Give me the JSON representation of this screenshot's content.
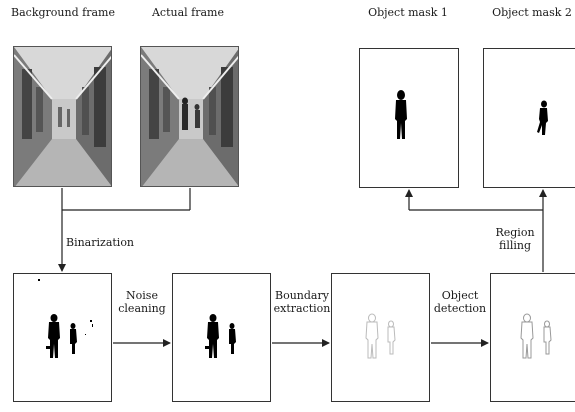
{
  "top_labels": {
    "background_frame": "Background frame",
    "actual_frame": "Actual frame",
    "object_mask_1": "Object mask 1",
    "object_mask_2": "Object mask 2"
  },
  "process_labels": {
    "binarization": "Binarization",
    "noise_cleaning_line1": "Noise",
    "noise_cleaning_line2": "cleaning",
    "boundary_extraction_line1": "Boundary",
    "boundary_extraction_line2": "extraction",
    "object_detection_line1": "Object",
    "object_detection_line2": "detection",
    "region_filling_line1": "Region",
    "region_filling_line2": "filling"
  }
}
